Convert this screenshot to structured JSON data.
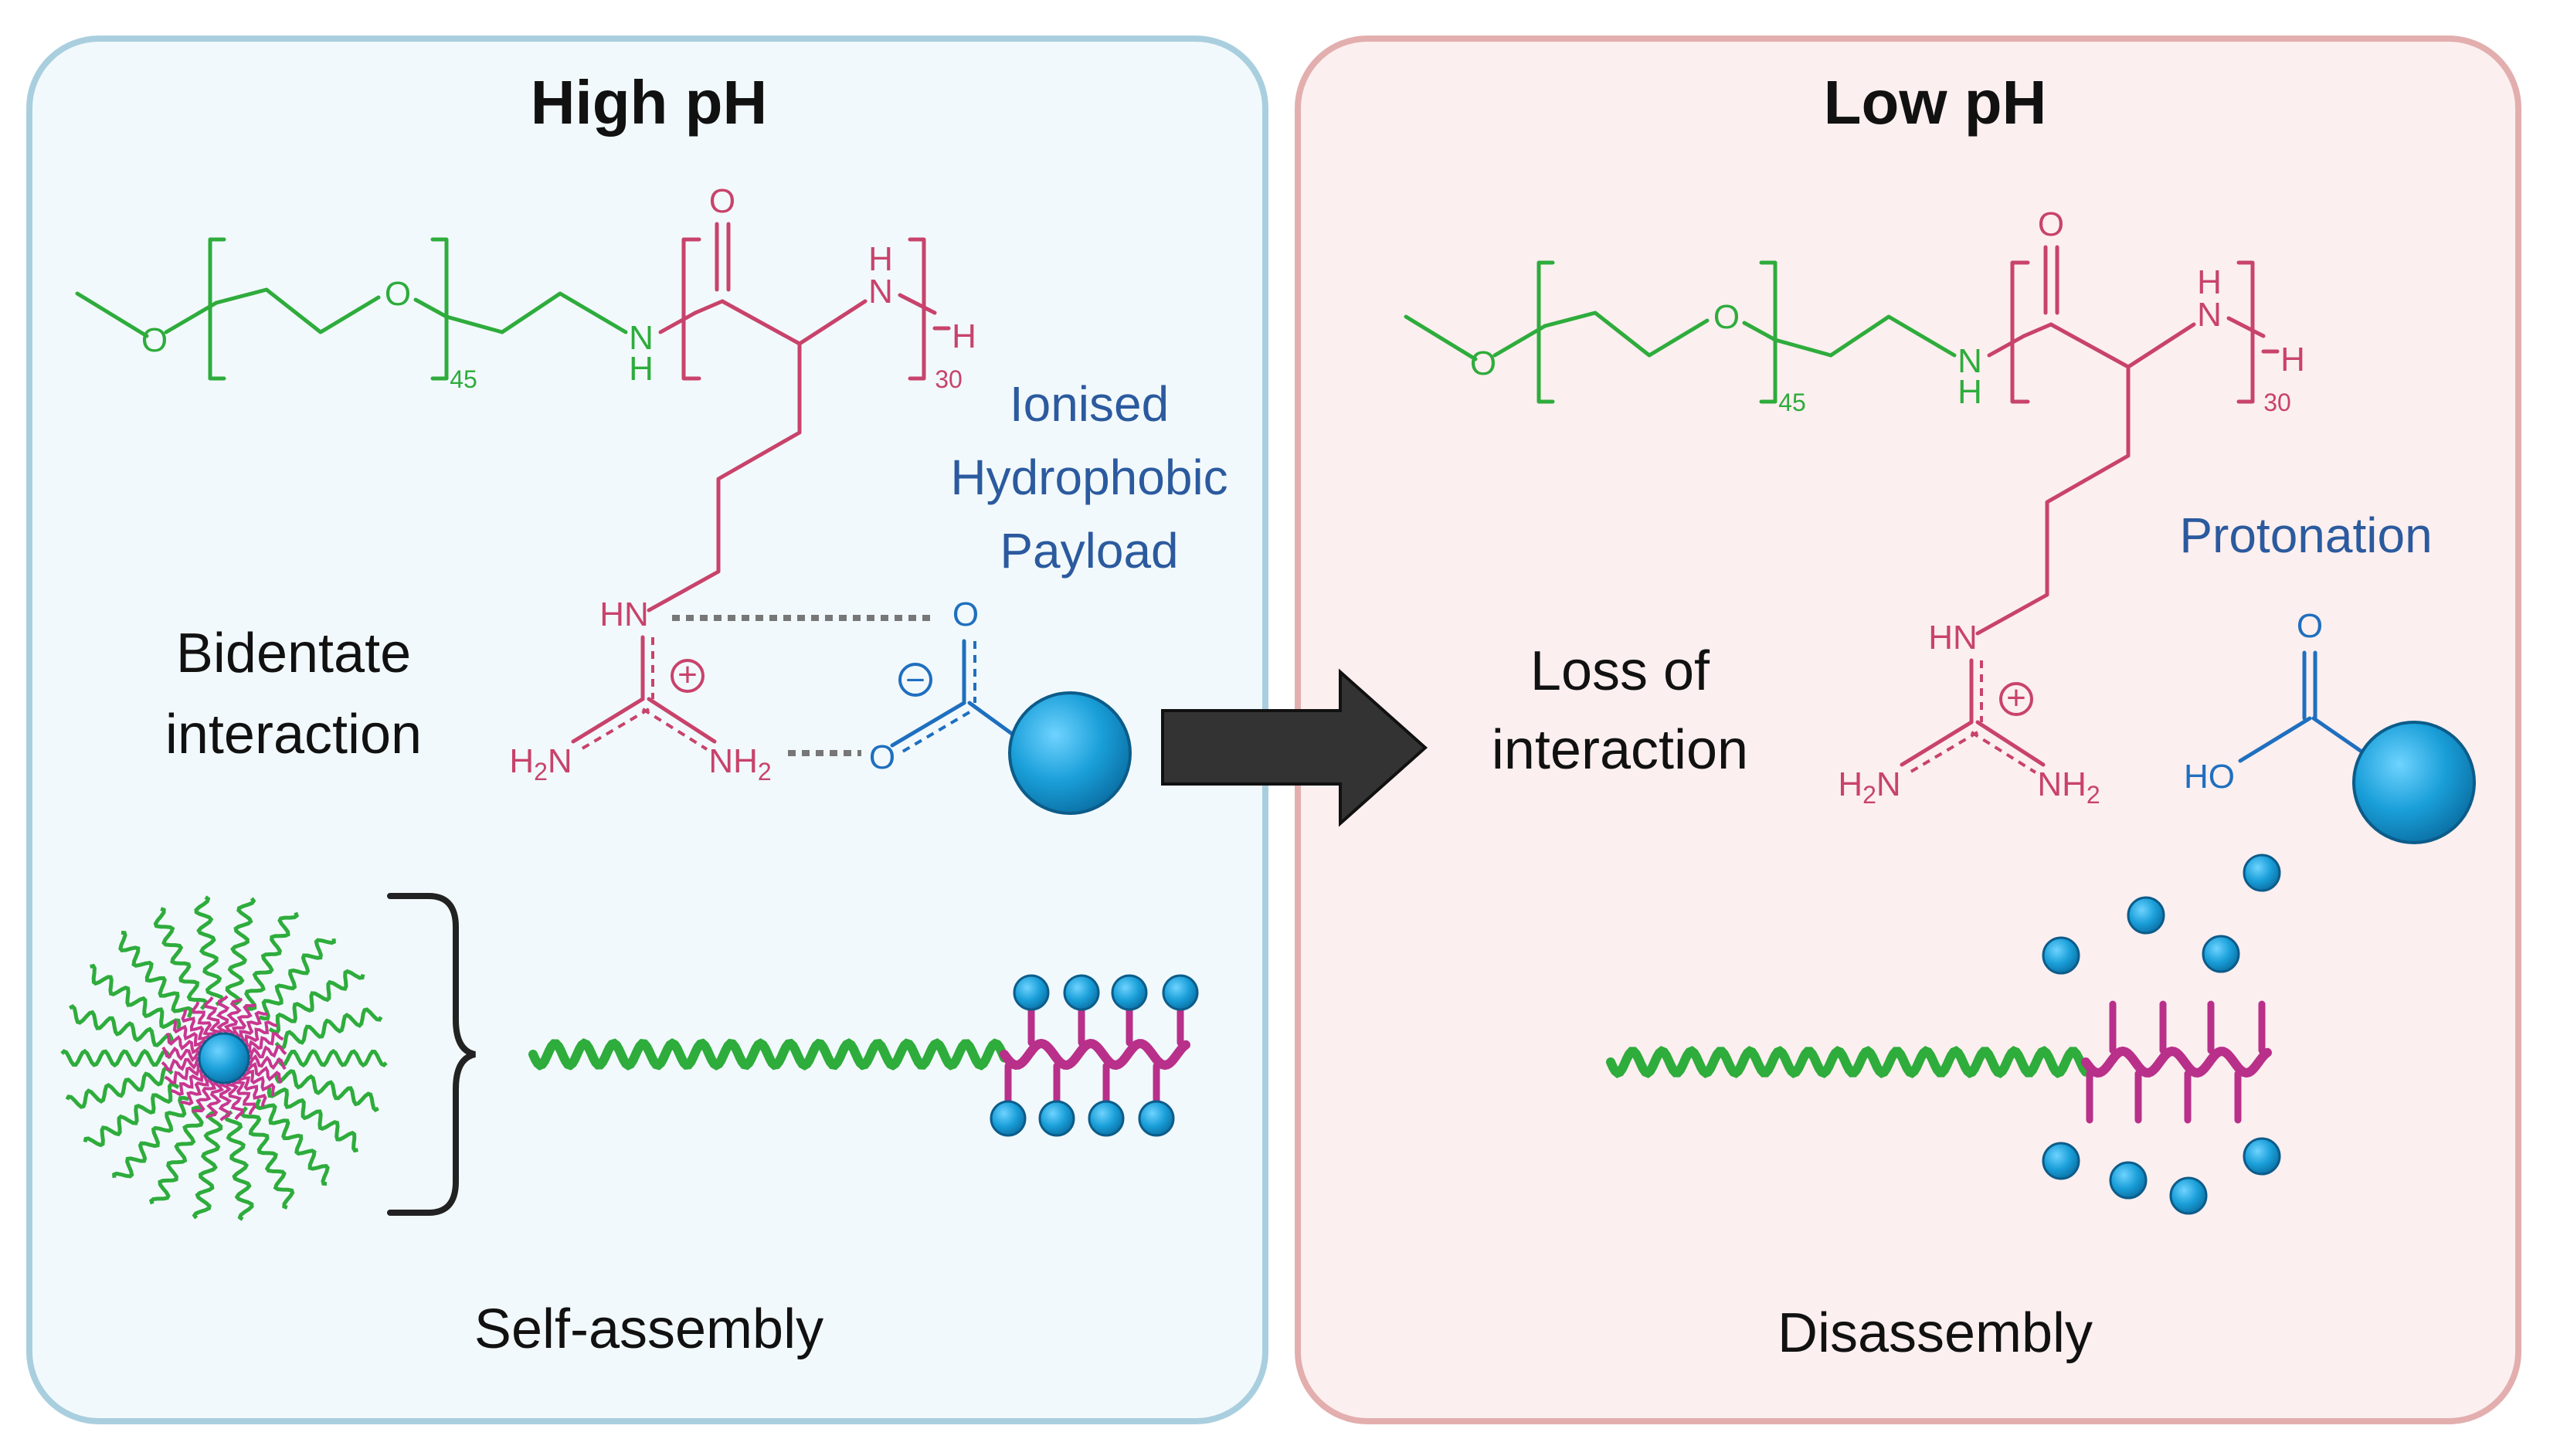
{
  "panels": {
    "left": {
      "title": "High pH",
      "interaction_label_line1": "Bidentate",
      "interaction_label_line2": "interaction",
      "payload_label_line1": "Ionised",
      "payload_label_line2": "Hydrophobic",
      "payload_label_line3": "Payload",
      "caption": "Self-assembly"
    },
    "right": {
      "title": "Low pH",
      "interaction_label_line1": "Loss of",
      "interaction_label_line2": "interaction",
      "payload_label": "Protonation",
      "caption": "Disassembly"
    }
  },
  "structure": {
    "peg_repeat": "45",
    "arg_repeat": "30",
    "atoms": {
      "oxygen": "O",
      "nitrogen": "N",
      "hydrogen": "H",
      "amine": "HN",
      "amine_left": "H",
      "amine_left_sub": "2",
      "amine_left_n": "N",
      "amine_right": "NH",
      "amine_right_sub": "2",
      "hydroxyl": "HO",
      "plus": "+",
      "minus": "−"
    }
  },
  "colors": {
    "left_panel_bg": "#f2f9fc",
    "left_panel_border": "#a9cfdf",
    "right_panel_bg": "#fcefef",
    "right_panel_border": "#e3aeae",
    "peg_green": "#2eac3c",
    "arginine_magenta": "#c8436b",
    "payload_blue": "#1f6fbf",
    "label_blue": "#2b5a9e",
    "arrow_fill": "#333333"
  }
}
